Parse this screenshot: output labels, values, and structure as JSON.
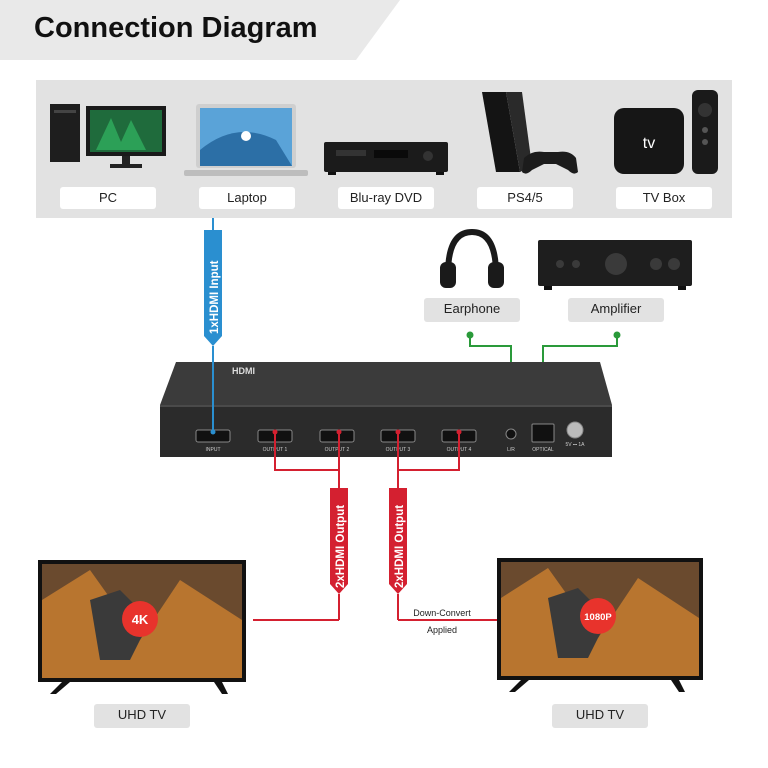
{
  "title": "Connection Diagram",
  "sources": [
    {
      "label": "PC",
      "icon": "desktop-pc-icon"
    },
    {
      "label": "Laptop",
      "icon": "laptop-icon"
    },
    {
      "label": "Blu-ray DVD",
      "icon": "bluray-player-icon"
    },
    {
      "label": "PS4/5",
      "icon": "game-console-icon"
    },
    {
      "label": "TV Box",
      "icon": "tv-box-icon"
    }
  ],
  "audio": {
    "earphone": "Earphone",
    "amplifier": "Amplifier"
  },
  "device": {
    "logo": "HDMI",
    "ports": {
      "input": "INPUT",
      "output1": "OUTPUT 1",
      "output2": "OUTPUT 2",
      "output3": "OUTPUT 3",
      "output4": "OUTPUT 4",
      "lr": "L/R",
      "optical": "OPTICAL",
      "power": "5V ⎓ 1A"
    }
  },
  "arrows": {
    "input": "1xHDMI Input",
    "output_left": "2xHDMI Output",
    "output_right": "2xHDMI Output"
  },
  "tvs": {
    "left": {
      "label": "UHD TV",
      "badge": "4K"
    },
    "right": {
      "label": "UHD TV",
      "badge": "1080P"
    }
  },
  "note": {
    "line1": "Down-Convert",
    "line2": "Applied"
  },
  "colors": {
    "input_arrow": "#2a8fd0",
    "output_arrow": "#d42030",
    "audio_line": "#2a9a3a",
    "device": "#2b2b2b",
    "badge": "#e8332c"
  }
}
